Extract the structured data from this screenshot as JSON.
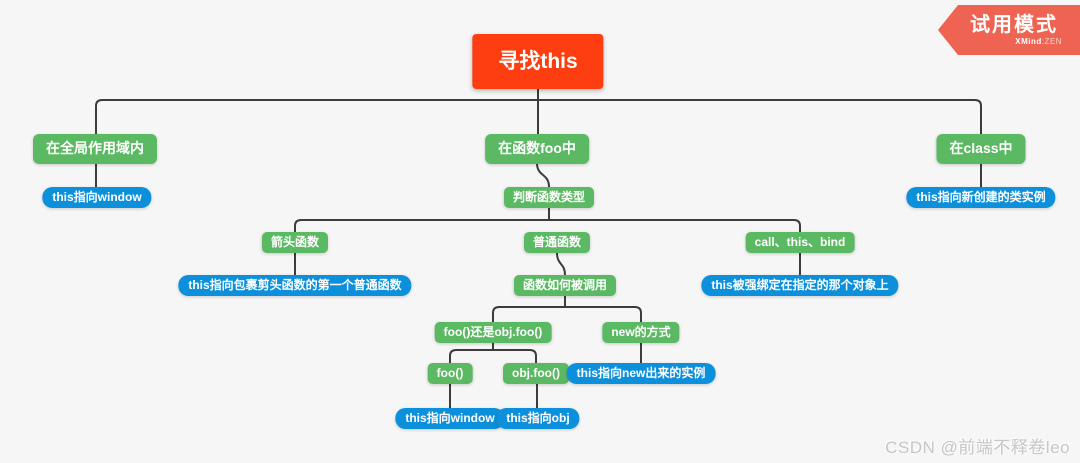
{
  "canvas": {
    "background": "#f6f6f7",
    "line_color": "#3c3c3c"
  },
  "colors": {
    "root_topic": "#fe3e11",
    "branch_topic": "#5cb963",
    "callout_topic": "#0d90dc",
    "ribbon": "#ee6351"
  },
  "ribbon": {
    "title": "试用模式",
    "brand_bold": "XMind",
    "brand_light": ":ZEN"
  },
  "watermark": "CSDN @前端不释卷leo",
  "nodes": {
    "root": "寻找this",
    "global_scope": "在全局作用域内",
    "global_result": "this指向window",
    "in_function": "在函数foo中",
    "judge_type": "判断函数类型",
    "arrow_fn": "箭头函数",
    "arrow_result": "this指向包裹剪头函数的第一个普通函数",
    "normal_fn": "普通函数",
    "how_called": "函数如何被调用",
    "call_this_bind": "call、this、bind",
    "bind_result": "this被强绑定在指定的那个对象上",
    "foo_or_objfoo": "foo()还是obj.foo()",
    "new_way": "new的方式",
    "foo": "foo()",
    "objfoo": "obj.foo()",
    "new_result": "this指向new出来的实例",
    "foo_result": "this指向window",
    "objfoo_result": "this指向obj",
    "in_class": "在class中",
    "class_result": "this指向新创建的类实例"
  }
}
